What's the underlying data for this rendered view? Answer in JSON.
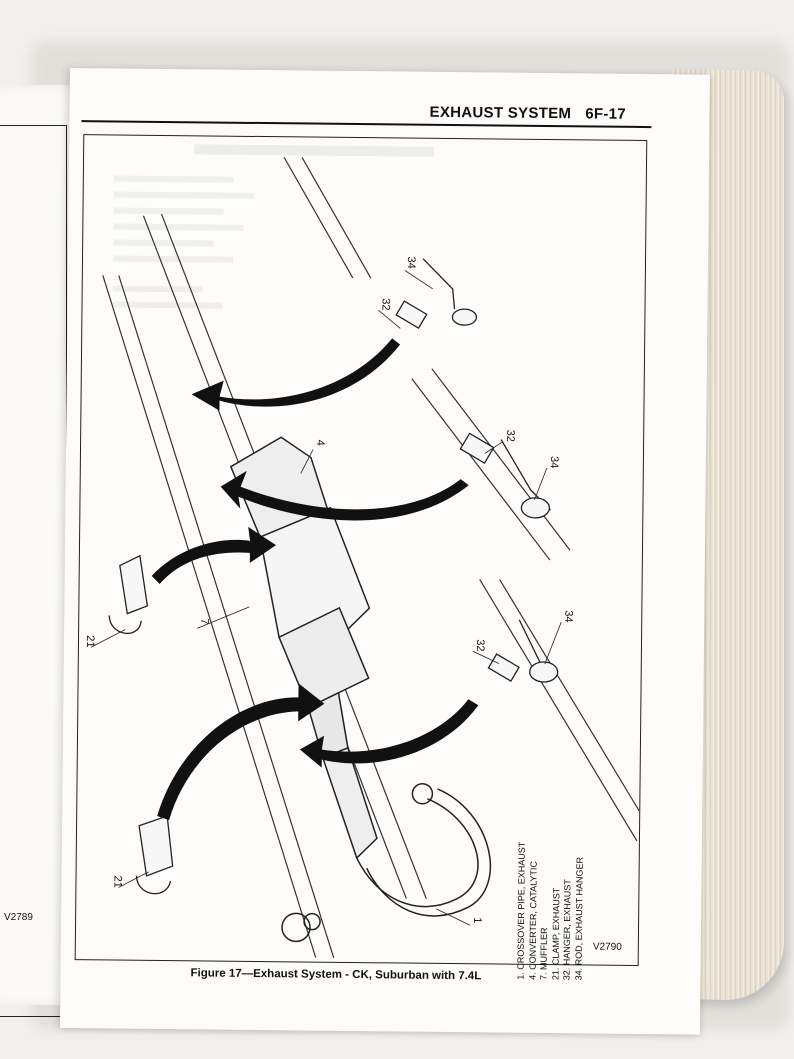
{
  "header": {
    "section": "EXHAUST SYSTEM",
    "page_number": "6F-17"
  },
  "left_page": {
    "code": "V2789"
  },
  "figure": {
    "code": "V2790",
    "caption": "Figure 17—Exhaust System - CK, Suburban with 7.4L",
    "callouts": [
      "32",
      "34",
      "32",
      "34",
      "4",
      "7",
      "21",
      "32",
      "34",
      "21",
      "1"
    ],
    "legend": [
      "1.  CROSSOVER PIPE, EXHAUST",
      "4.  CONVERTER, CATALYTIC",
      "7.  MUFFLER",
      "21. CLAMP, EXHAUST",
      "32. HANGER, EXHAUST",
      "34. ROD, EXHAUST HANGER"
    ]
  },
  "colors": {
    "ink": "#111111",
    "paper": "#fdfcfa",
    "bleed_through": "#bbbbbb"
  }
}
